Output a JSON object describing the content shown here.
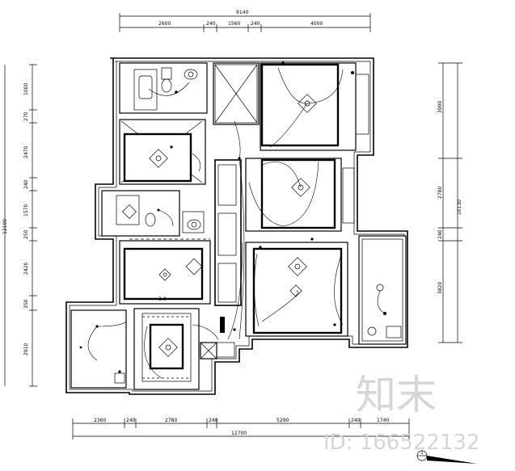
{
  "dimensions": {
    "top_total": "9140",
    "top_segments": [
      "2600",
      "240",
      "1560",
      "240",
      "4000"
    ],
    "bottom_total": "12700",
    "bottom_segments": [
      "2360",
      "240",
      "2780",
      "240",
      "5290",
      "240",
      "1740"
    ],
    "left_total": "12100",
    "left_segments": [
      "1000",
      "270",
      "2470",
      "240",
      "1570",
      "250",
      "2420",
      "350",
      "2910"
    ],
    "right_segments": [
      "3990",
      "2780",
      "240",
      "3820"
    ],
    "right_total": "10130"
  },
  "watermark": {
    "brand": "知末",
    "id_text": "ID: 166522132"
  },
  "plan_marks": {
    "room_label": "3.0",
    "scale_label": "1"
  },
  "colors": {
    "line": "#000000",
    "background": "#ffffff",
    "watermark": "#d6d6d6"
  }
}
